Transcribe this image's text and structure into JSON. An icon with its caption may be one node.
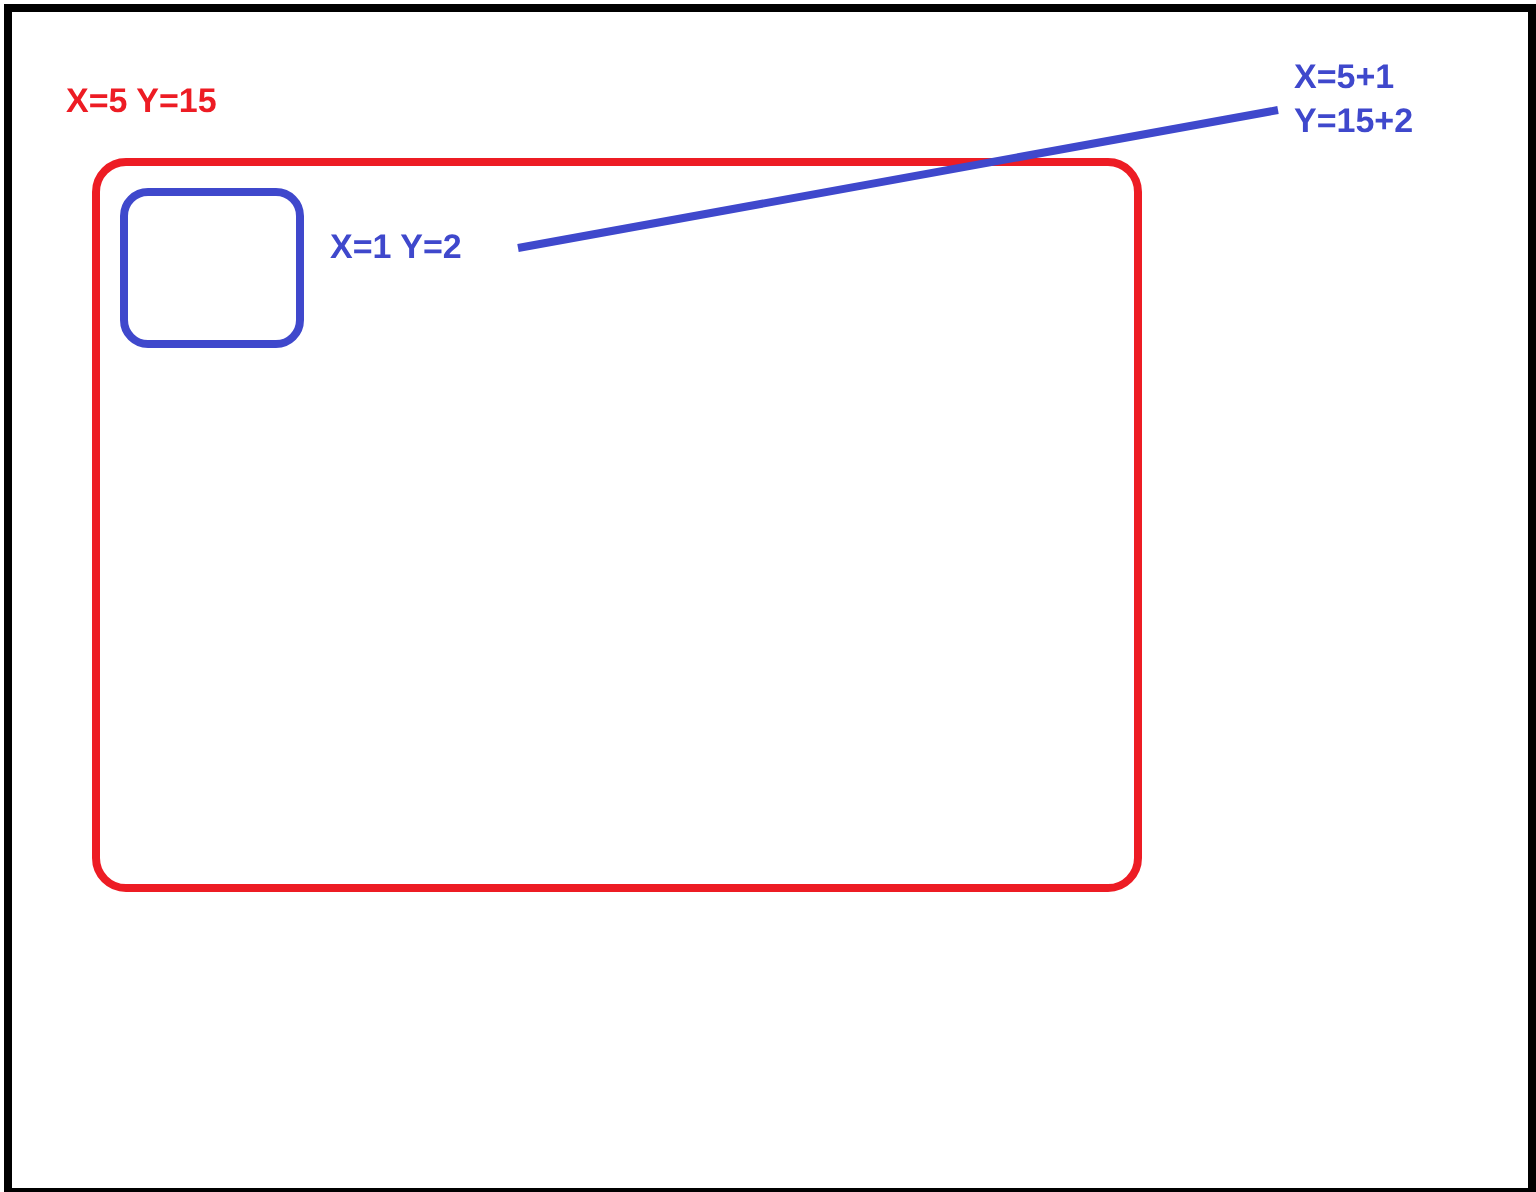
{
  "diagram": {
    "nodes": [
      {
        "text": [
          "X=5 Y=15"
        ]
      },
      {
        "text": [],
        "shape": "box",
        "in": 0
      },
      {
        "text": [
          "X=1 Y=2"
        ],
        "in": 0
      },
      {
        "text": [
          "X=5+1 Y=15+2"
        ]
      }
    ],
    "edges": [
      {
        "from": 2,
        "to": 3,
        "arrow": "none"
      }
    ]
  }
}
